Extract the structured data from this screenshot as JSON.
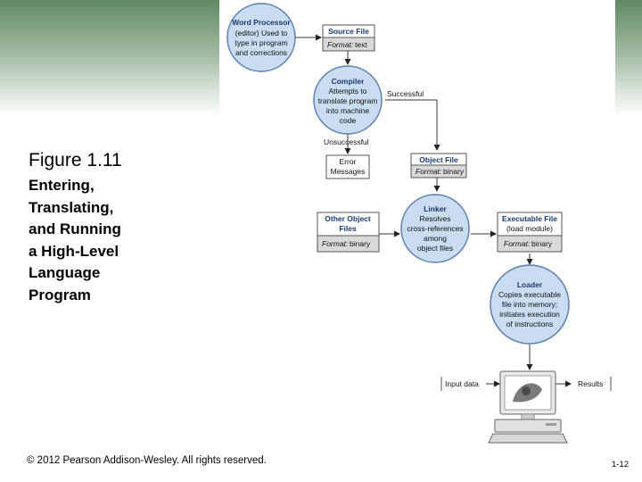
{
  "slide": {
    "figure_title": "Figure 1.11",
    "figure_subtitle": "Entering,\nTranslating,\nand Running\na High-Level\nLanguage\nProgram",
    "copyright": "© 2012 Pearson Addison-Wesley. All rights reserved.",
    "slide_number": "1-12"
  },
  "diagram": {
    "word_processor": {
      "title": "Word Processor",
      "lines": [
        "(editor) Used to",
        "type in program",
        "and corrections"
      ]
    },
    "source_file": {
      "title": "Source File",
      "format_label": "Format:",
      "format_value": "text"
    },
    "compiler": {
      "title": "Compiler",
      "lines": [
        "Attempts to",
        "translate program",
        "into machine",
        "code"
      ]
    },
    "successful_label": "Successful",
    "unsuccessful_label": "Unsuccessful",
    "error_messages": {
      "lines": [
        "Error",
        "Messages"
      ]
    },
    "object_file": {
      "title": "Object File",
      "format_label": "Format:",
      "format_value": "binary"
    },
    "other_object_files": {
      "lines": [
        "Other Object",
        "Files"
      ],
      "format_label": "Format:",
      "format_value": "binary"
    },
    "linker": {
      "title": "Linker",
      "lines": [
        "Resolves",
        "cross-references",
        "among",
        "object files"
      ]
    },
    "executable_file": {
      "title": "Executable File",
      "subtitle": "(load module)",
      "format_label": "Format:",
      "format_value": "binary"
    },
    "loader": {
      "title": "Loader",
      "lines": [
        "Copies executable",
        "file into memory;",
        "initiates execution",
        "of instructions"
      ]
    },
    "input_data_label": "Input data",
    "results_label": "Results"
  },
  "colors": {
    "node_fill": "#c9dcf0",
    "node_stroke": "#5a7fb0",
    "format_band": "#d9d9d9",
    "banner_green": "#5f8a62"
  }
}
